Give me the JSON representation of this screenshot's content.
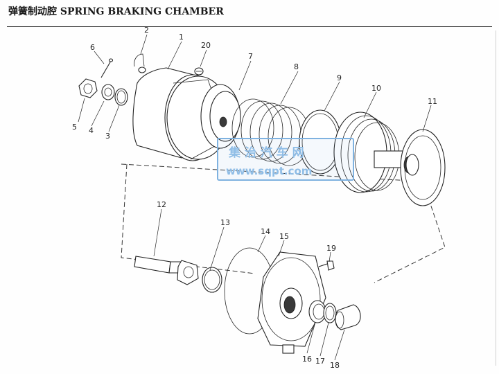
{
  "header": {
    "title_cn": "弹簧制动腔",
    "title_en": "SPRING BRAKING CHAMBER"
  },
  "watermark": {
    "line1": "集 治 汽 车 网",
    "line2": "www.sqpt.com",
    "color": "#7fb2e0"
  },
  "callouts": [
    {
      "id": "c1",
      "text": "1"
    },
    {
      "id": "c2",
      "text": "2"
    },
    {
      "id": "c3",
      "text": "3"
    },
    {
      "id": "c4",
      "text": "4"
    },
    {
      "id": "c5",
      "text": "5"
    },
    {
      "id": "c6",
      "text": "6"
    },
    {
      "id": "c7",
      "text": "7"
    },
    {
      "id": "c8",
      "text": "8"
    },
    {
      "id": "c9",
      "text": "9"
    },
    {
      "id": "c10",
      "text": "10"
    },
    {
      "id": "c11",
      "text": "11"
    },
    {
      "id": "c12",
      "text": "12"
    },
    {
      "id": "c13",
      "text": "13"
    },
    {
      "id": "c14",
      "text": "14"
    },
    {
      "id": "c15",
      "text": "15"
    },
    {
      "id": "c16",
      "text": "16"
    },
    {
      "id": "c17",
      "text": "17"
    },
    {
      "id": "c18",
      "text": "18"
    },
    {
      "id": "c19",
      "text": "19"
    },
    {
      "id": "c20",
      "text": "20"
    }
  ]
}
